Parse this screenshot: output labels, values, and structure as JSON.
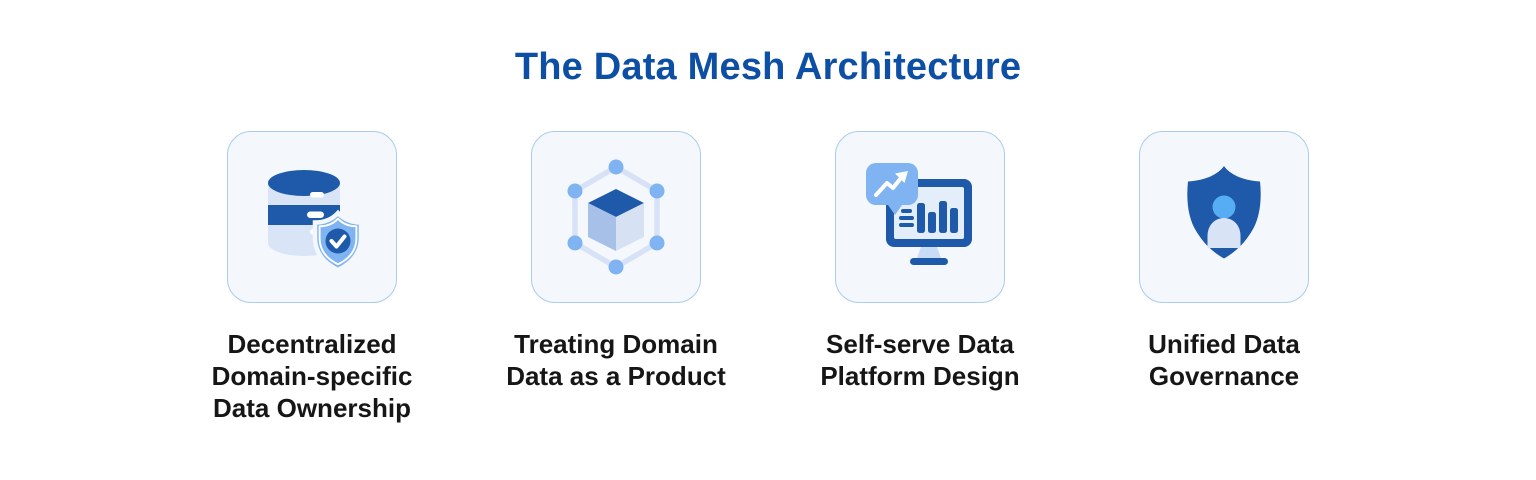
{
  "title": "The Data Mesh Architecture",
  "colors": {
    "title_blue": "#0E4FA6",
    "dark_blue": "#1E5AA9",
    "light_blue": "#7FB3F1",
    "sky_blue": "#56ADF4",
    "pale_band": "#D9E4F7",
    "hex_stroke": "#D7E2F7",
    "cube_left": "#A6C0E8",
    "cube_right": "#D7E1F4",
    "screen_bg": "#E4EDFA",
    "stand_neck": "#C9DCF6",
    "person_body": "#D9E3F6",
    "card_bg": "#F4F8FD",
    "card_border": "#A9CBEF",
    "text_dark": "#161616",
    "white": "#FFFFFF"
  },
  "cards": [
    {
      "icon": "database-shield-check-icon",
      "label_lines": [
        "Decentralized",
        "Domain-specific",
        "Data Ownership"
      ]
    },
    {
      "icon": "cube-network-icon",
      "label_lines": [
        "Treating Domain",
        "Data as a Product"
      ]
    },
    {
      "icon": "analytics-monitor-icon",
      "label_lines": [
        "Self-serve Data",
        "Platform Design"
      ]
    },
    {
      "icon": "shield-user-icon",
      "label_lines": [
        "Unified Data",
        "Governance"
      ]
    }
  ]
}
